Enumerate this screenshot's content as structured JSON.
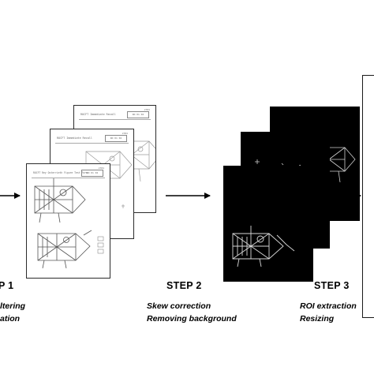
{
  "steps": [
    {
      "title": "P 1",
      "lines": [
        "ltering",
        "ation"
      ]
    },
    {
      "title": "STEP 2",
      "lines": [
        "Skew correction",
        "Removing background"
      ]
    },
    {
      "title": "STEP 3",
      "lines": [
        "ROI extraction",
        "Resizing"
      ]
    }
  ],
  "documents": [
    {
      "header": "ROCFT Immediate Recall",
      "tag": "2384",
      "box": "NO 01 02"
    },
    {
      "header": "ROCFT Immediate Recall",
      "tag": "2384",
      "box": "NO 01 02"
    },
    {
      "header": "ROCFT Rey Osterrieth Figure Test Form",
      "tag": "2384",
      "box": "NO 01 02"
    }
  ],
  "colors": {
    "ink": "#000000",
    "panel": "#000000",
    "sketch": "#bfbfbf"
  }
}
